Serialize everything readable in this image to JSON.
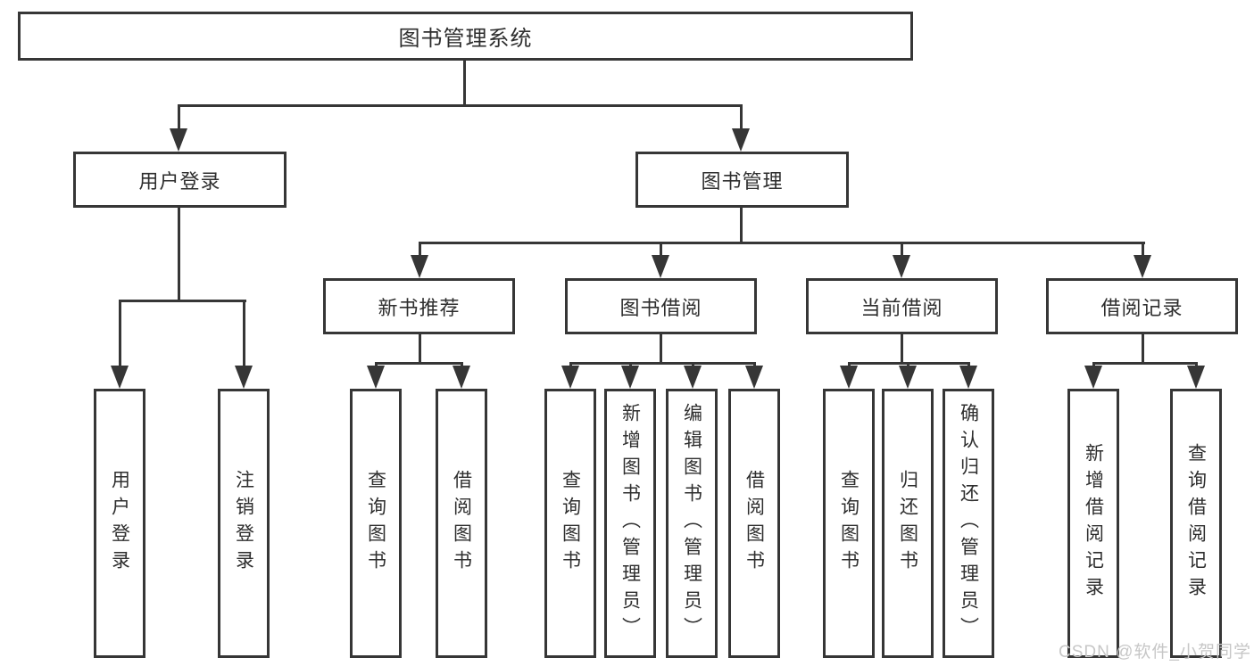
{
  "diagram": {
    "title": "图书管理系统",
    "line_color": "#363636",
    "nodes": {
      "root": "图书管理系统",
      "userLogin": "用户登录",
      "bookMgmt": "图书管理",
      "newBookRec": "新书推荐",
      "bookBorrow": "图书借阅",
      "currentBorrow": "当前借阅",
      "borrowRecords": "借阅记录",
      "leafUserLogin": "用户登录",
      "leafLogout": "注销登录",
      "leafQueryBooks1": "查询图书",
      "leafBorrowBooks1": "借阅图书",
      "leafQueryBooks2": "查询图书",
      "leafAddBooks": "新增图书（管理员）",
      "leafEditBooks": "编辑图书（管理员）",
      "leafBorrowBooks2": "借阅图书",
      "leafQueryBooks3": "查询图书",
      "leafReturnBooks": "归还图书",
      "leafConfirmReturn": "确认归还（管理员）",
      "leafAddBorrowRecord": "新增借阅记录",
      "leafQueryBorrowRecord": "查询借阅记录"
    },
    "edges": [
      [
        "root",
        "userLogin"
      ],
      [
        "root",
        "bookMgmt"
      ],
      [
        "userLogin",
        "leafUserLogin"
      ],
      [
        "userLogin",
        "leafLogout"
      ],
      [
        "bookMgmt",
        "newBookRec"
      ],
      [
        "bookMgmt",
        "bookBorrow"
      ],
      [
        "bookMgmt",
        "currentBorrow"
      ],
      [
        "bookMgmt",
        "borrowRecords"
      ],
      [
        "newBookRec",
        "leafQueryBooks1"
      ],
      [
        "newBookRec",
        "leafBorrowBooks1"
      ],
      [
        "bookBorrow",
        "leafQueryBooks2"
      ],
      [
        "bookBorrow",
        "leafAddBooks"
      ],
      [
        "bookBorrow",
        "leafEditBooks"
      ],
      [
        "bookBorrow",
        "leafBorrowBooks2"
      ],
      [
        "currentBorrow",
        "leafQueryBooks3"
      ],
      [
        "currentBorrow",
        "leafReturnBooks"
      ],
      [
        "currentBorrow",
        "leafConfirmReturn"
      ],
      [
        "borrowRecords",
        "leafAddBorrowRecord"
      ],
      [
        "borrowRecords",
        "leafQueryBorrowRecord"
      ]
    ]
  },
  "watermark": {
    "text": "CSDN @软件_小贺同学",
    "color": "#c7c7c7"
  }
}
